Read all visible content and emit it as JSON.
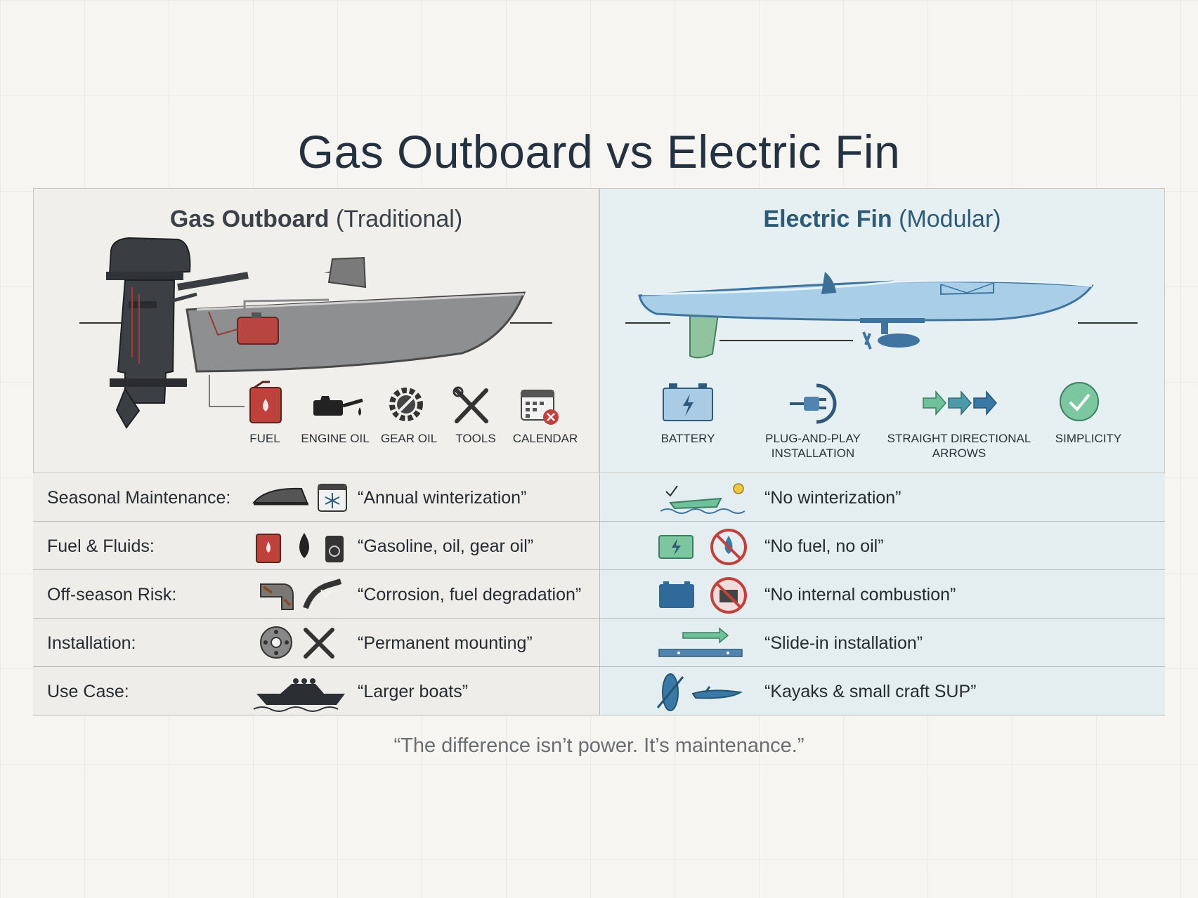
{
  "title": "Gas Outboard vs Electric Fin",
  "gas": {
    "heading_bold": "Gas Outboard",
    "heading_rest": " (Traditional)",
    "icons": [
      {
        "label": "FUEL",
        "icon": "fuel-can-icon"
      },
      {
        "label": "ENGINE OIL",
        "icon": "oil-can-icon"
      },
      {
        "label": "GEAR OIL",
        "icon": "gear-oil-icon"
      },
      {
        "label": "TOOLS",
        "icon": "tools-icon"
      },
      {
        "label": "CALENDAR",
        "icon": "calendar-icon"
      }
    ]
  },
  "electric": {
    "heading_bold": "Electric Fin",
    "heading_rest": " (Modular)",
    "icons": [
      {
        "label": "BATTERY",
        "icon": "battery-icon"
      },
      {
        "label": "PLUG-AND-PLAY\nINSTALLATION",
        "icon": "plug-icon"
      },
      {
        "label": "STRAIGHT DIRECTIONAL\nARROWS",
        "icon": "arrows-icon"
      },
      {
        "label": "SIMPLICITY",
        "icon": "checkmark-icon"
      }
    ]
  },
  "rows": [
    {
      "label": "Seasonal Maintenance:",
      "gas": "“Annual winterization”",
      "electric": "“No winterization”"
    },
    {
      "label": "Fuel & Fluids:",
      "gas": "“Gasoline, oil, gear oil”",
      "electric": "“No fuel, no oil”"
    },
    {
      "label": "Off-season Risk:",
      "gas": "“Corrosion, fuel degradation”",
      "electric": "“No internal combustion”"
    },
    {
      "label": "Installation:",
      "gas": "“Permanent mounting”",
      "electric": "“Slide-in installation”"
    },
    {
      "label": "Use Case:",
      "gas": "“Larger boats”",
      "electric": "“Kayaks & small craft SUP”"
    }
  ],
  "quote": "“The difference isn’t power. It’s maintenance.”",
  "colors": {
    "gas_panel": "#f1efeb",
    "electric_panel": "#e6f0f3",
    "accent_red": "#c0413c",
    "accent_blue": "#3f74a0",
    "accent_green": "#5fae86"
  }
}
